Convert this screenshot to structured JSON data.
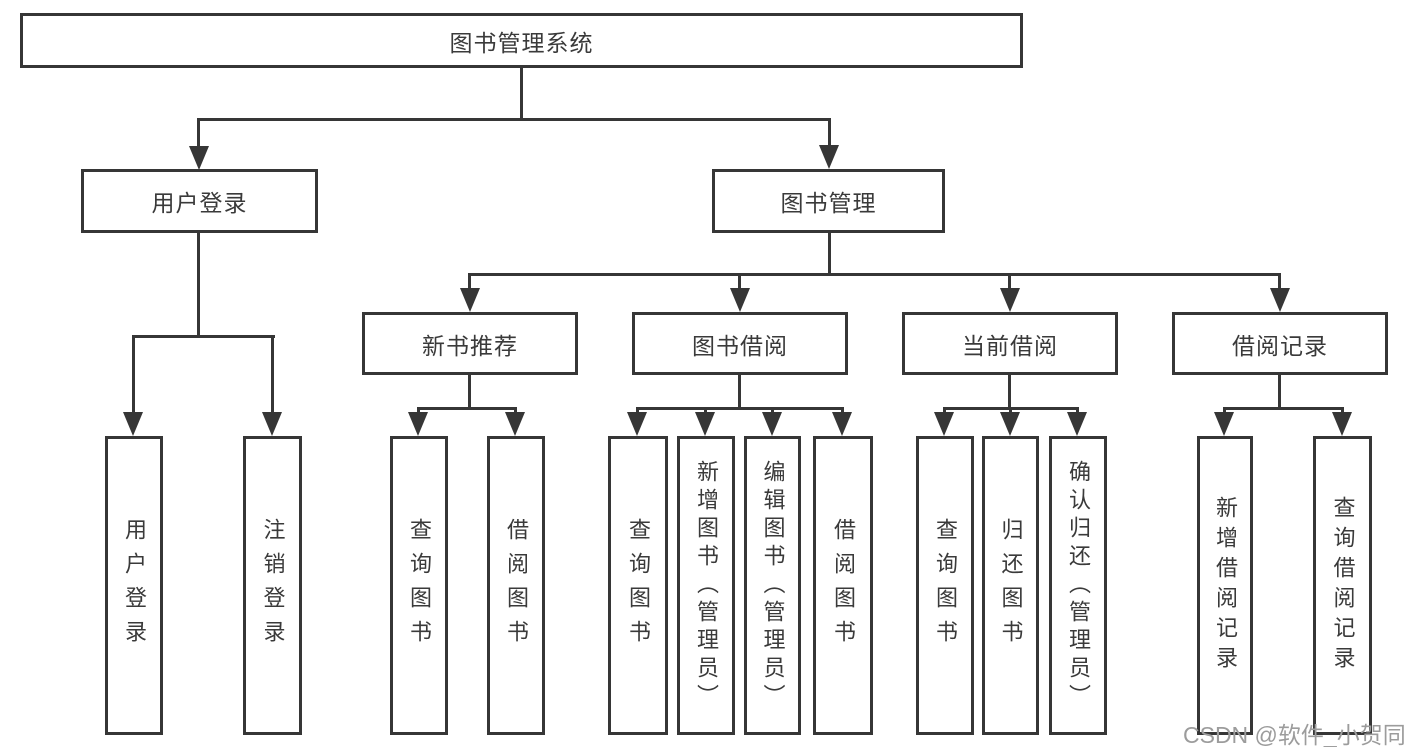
{
  "diagram": {
    "type": "hierarchy-chart",
    "line_color": "#363636",
    "box_background": "#ffffff",
    "tree": {
      "label": "图书管理系统",
      "children": [
        {
          "label": "用户登录",
          "children": [
            {
              "label": "用户登录"
            },
            {
              "label": "注销登录"
            }
          ]
        },
        {
          "label": "图书管理",
          "children": [
            {
              "label": "新书推荐",
              "children": [
                {
                  "label": "查询图书"
                },
                {
                  "label": "借阅图书"
                }
              ]
            },
            {
              "label": "图书借阅",
              "children": [
                {
                  "label": "查询图书"
                },
                {
                  "label": "新增图书（管理员）"
                },
                {
                  "label": "编辑图书（管理员）"
                },
                {
                  "label": "借阅图书"
                }
              ]
            },
            {
              "label": "当前借阅",
              "children": [
                {
                  "label": "查询图书"
                },
                {
                  "label": "归还图书"
                },
                {
                  "label": "确认归还（管理员）"
                }
              ]
            },
            {
              "label": "借阅记录",
              "children": [
                {
                  "label": "新增借阅记录"
                },
                {
                  "label": "查询借阅记录"
                }
              ]
            }
          ]
        }
      ]
    }
  },
  "watermark": {
    "text": "CSDN @软件_小贺同学",
    "color": "#9c9c9c"
  }
}
